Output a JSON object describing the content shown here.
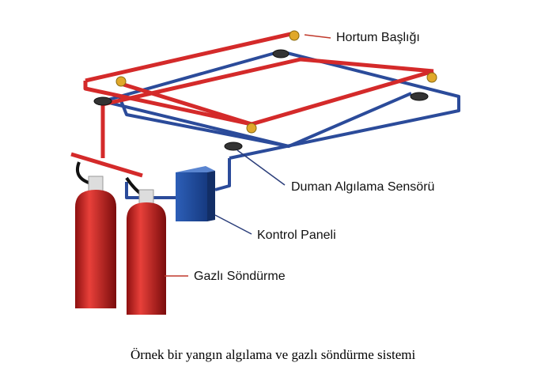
{
  "labels": {
    "nozzle": "Hortum Başlığı",
    "smoke_sensor": "Duman Algılama Sensörü",
    "control_panel": "Kontrol Paneli",
    "gas_suppression": "Gazlı Söndürme"
  },
  "caption": "Örnek bir yangın algılama ve gazlı söndürme sistemi",
  "colors": {
    "red_pipe": "#d42a2a",
    "blue_pipe": "#2b4b9a",
    "leader_red": "#c0392b",
    "leader_blue": "#2b3e7a"
  }
}
